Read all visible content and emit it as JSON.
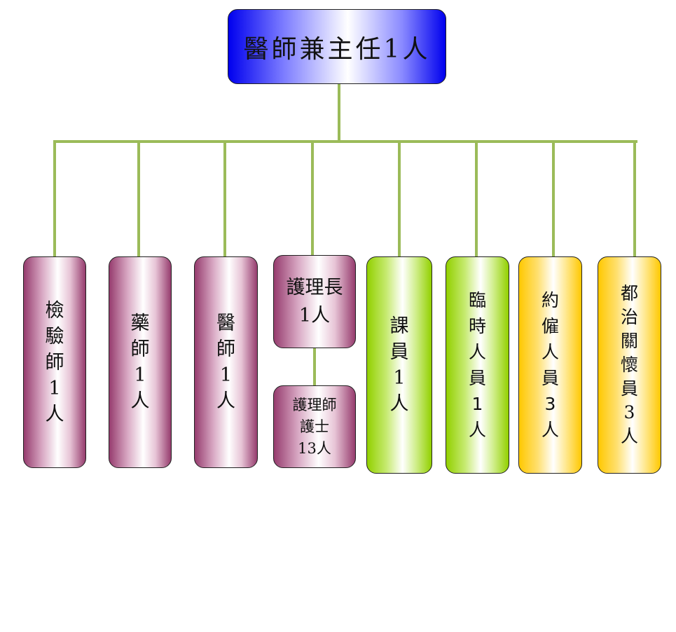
{
  "chart_title": "醫師兼主任1人",
  "colors": {
    "connector": "#9bbb59",
    "purple": "#963c6e",
    "green": "#92d000",
    "yellow": "#ffc800",
    "blue": "#0000ee"
  },
  "units": [
    {
      "label": "檢\n驗\n師\n1\n人"
    },
    {
      "label": "藥\n師\n1\n人"
    },
    {
      "label": "醫\n師\n1\n人"
    },
    {
      "label": "護理長\n1人",
      "sub": "護理師\n護士\n13人"
    },
    {
      "label": "課\n員\n1\n人"
    },
    {
      "label": "臨\n時\n人\n員\n1\n人"
    },
    {
      "label": "約\n僱\n人\n員\n3\n人"
    },
    {
      "label": "都\n治\n關\n懷\n員\n3\n人"
    }
  ]
}
